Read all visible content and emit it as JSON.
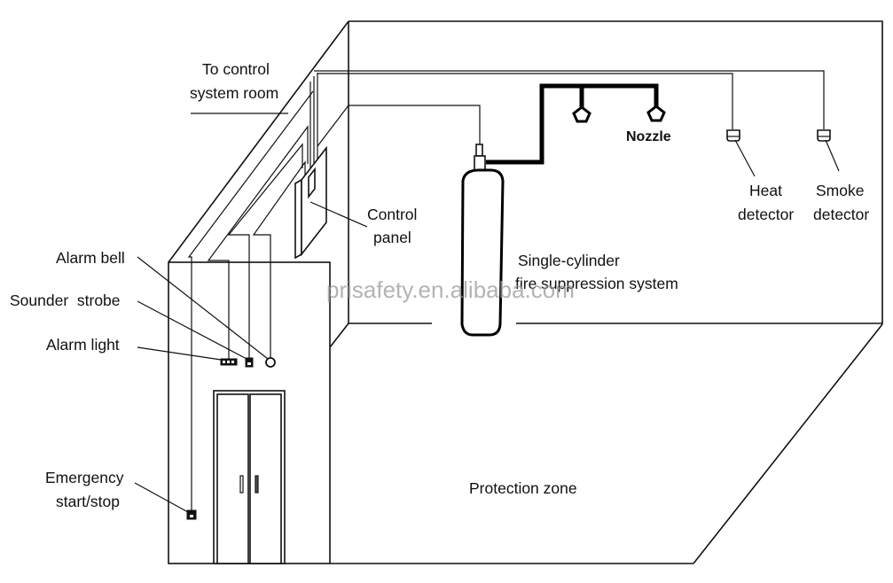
{
  "diagram": {
    "title": "Single-cylinder fire suppression system layout",
    "labels": {
      "to_control_line1": "To control",
      "to_control_line2": "system room",
      "control_panel_line1": "Control",
      "control_panel_line2": "panel",
      "alarm_bell": "Alarm bell",
      "sounder_strobe": "Sounder  strobe",
      "alarm_light": "Alarm light",
      "emergency_line1": "Emergency",
      "emergency_line2": "start/stop",
      "cylinder_line1": "Single-cylinder",
      "cylinder_line2": "fire suppression system",
      "nozzle": "Nozzle",
      "heat_line1": "Heat",
      "heat_line2": "detector",
      "smoke_line1": "Smoke",
      "smoke_line2": "detector",
      "protection_zone": "Protection zone"
    },
    "watermark": "prisafety.en.alibaba.com",
    "components": [
      {
        "id": "control-panel",
        "icon": "control-panel-icon"
      },
      {
        "id": "cylinder",
        "icon": "gas-cylinder-icon"
      },
      {
        "id": "nozzle-1",
        "icon": "nozzle-icon"
      },
      {
        "id": "nozzle-2",
        "icon": "nozzle-icon"
      },
      {
        "id": "heat-detector",
        "icon": "heat-detector-icon"
      },
      {
        "id": "smoke-detector",
        "icon": "smoke-detector-icon"
      },
      {
        "id": "alarm-light",
        "icon": "alarm-light-icon"
      },
      {
        "id": "sounder-strobe",
        "icon": "sounder-strobe-icon"
      },
      {
        "id": "alarm-bell",
        "icon": "alarm-bell-icon"
      },
      {
        "id": "emergency-button",
        "icon": "emergency-button-icon"
      },
      {
        "id": "door",
        "icon": "double-door-icon"
      }
    ]
  }
}
